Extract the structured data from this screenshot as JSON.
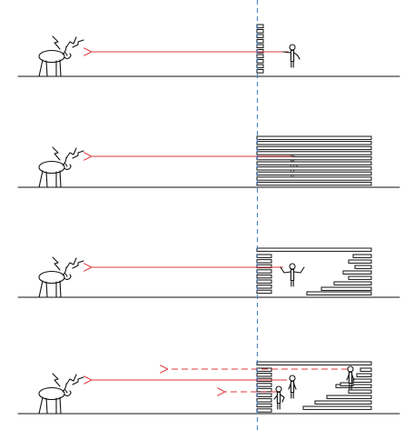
{
  "diagram": {
    "panel_count": 4,
    "colors": {
      "line": "#111111",
      "arrow": "#e0393e",
      "divider": "#4a7fd0",
      "wall_fill": "#ffffff"
    },
    "panels": [
      {
        "id": "panel-1",
        "wall": "thin-slat-column",
        "arrows": [
          {
            "kind": "solid",
            "target": "animal"
          }
        ],
        "people": [
          {
            "pose": "pointing"
          }
        ]
      },
      {
        "id": "panel-2",
        "wall": "full-slatted-block",
        "arrows": [
          {
            "kind": "solid",
            "target": "animal"
          }
        ],
        "people": [
          {
            "pose": "hidden-behind-slats"
          }
        ]
      },
      {
        "id": "panel-3",
        "wall": "stepped-slats-with-opening",
        "arrows": [
          {
            "kind": "solid",
            "target": "animal"
          }
        ],
        "people": [
          {
            "pose": "arms-raised"
          }
        ]
      },
      {
        "id": "panel-4",
        "wall": "stepped-slats-multi-level",
        "arrows": [
          {
            "kind": "solid",
            "target": "animal"
          },
          {
            "kind": "dashed",
            "target": "upper-level"
          },
          {
            "kind": "dashed",
            "target": "ground-level"
          }
        ],
        "people": [
          {
            "pose": "standing"
          },
          {
            "pose": "upper-level"
          },
          {
            "pose": "ground-level"
          }
        ]
      }
    ]
  }
}
